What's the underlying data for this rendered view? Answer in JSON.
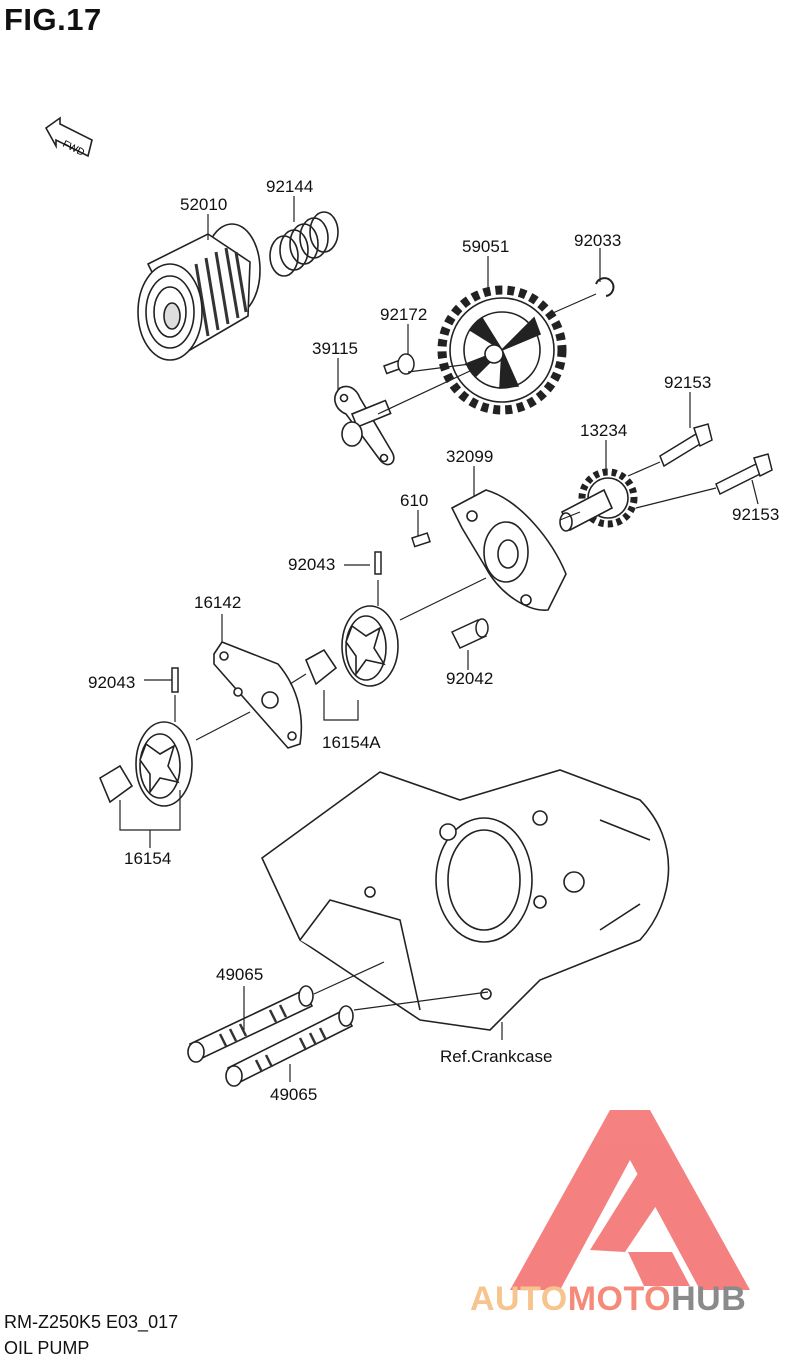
{
  "figure": {
    "title": "FIG.17",
    "fwd_label": "FWD"
  },
  "parts": {
    "p52010": "52010",
    "p92144": "92144",
    "p59051": "59051",
    "p92033": "92033",
    "p92172": "92172",
    "p39115": "39115",
    "p92153_top": "92153",
    "p13234": "13234",
    "p32099": "32099",
    "p610": "610",
    "p92153_right": "92153",
    "p92043_upper": "92043",
    "p16142": "16142",
    "p92042": "92042",
    "p92043_lower": "92043",
    "p16154A": "16154A",
    "p16154": "16154",
    "p49065_upper": "49065",
    "p49065_lower": "49065",
    "ref_crankcase": "Ref.Crankcase"
  },
  "footer": {
    "model": "RM-Z250K5 E03_017",
    "name": "OIL PUMP"
  },
  "watermark": {
    "part1": "AUTO",
    "part2": "MOTO",
    "part3": "HUB",
    "color_part1": "#f7c48f",
    "color_part2": "#f58a7a",
    "color_part3": "#8a8a8a",
    "logo_color": "#f36b6b"
  }
}
